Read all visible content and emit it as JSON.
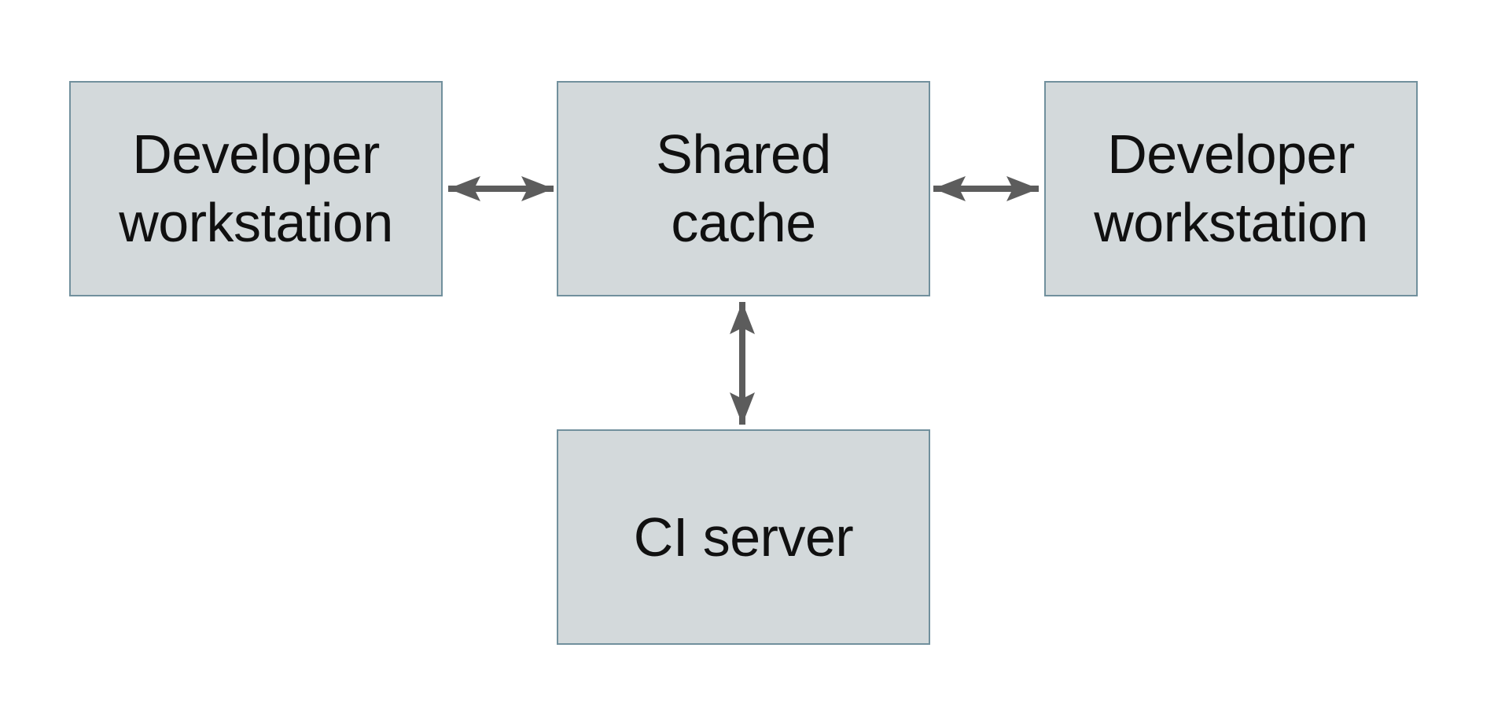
{
  "diagram": {
    "colors": {
      "background": "#ffffff",
      "node_fill": "#d3d9db",
      "node_border": "#71909d",
      "arrow": "#5c5c5c",
      "text": "#101010"
    },
    "nodes": [
      {
        "id": "developer-workstation-left",
        "label": "Developer workstation",
        "lines": [
          "Developer",
          "workstation"
        ]
      },
      {
        "id": "shared-cache",
        "label": "Shared cache",
        "lines": [
          "Shared",
          "cache"
        ]
      },
      {
        "id": "developer-workstation-right",
        "label": "Developer workstation",
        "lines": [
          "Developer",
          "workstation"
        ]
      },
      {
        "id": "ci-server",
        "label": "CI server",
        "lines": [
          "CI server"
        ]
      }
    ],
    "edges": [
      {
        "from": "developer-workstation-left",
        "to": "shared-cache",
        "direction": "bidirectional"
      },
      {
        "from": "shared-cache",
        "to": "developer-workstation-right",
        "direction": "bidirectional"
      },
      {
        "from": "shared-cache",
        "to": "ci-server",
        "direction": "bidirectional"
      }
    ]
  }
}
